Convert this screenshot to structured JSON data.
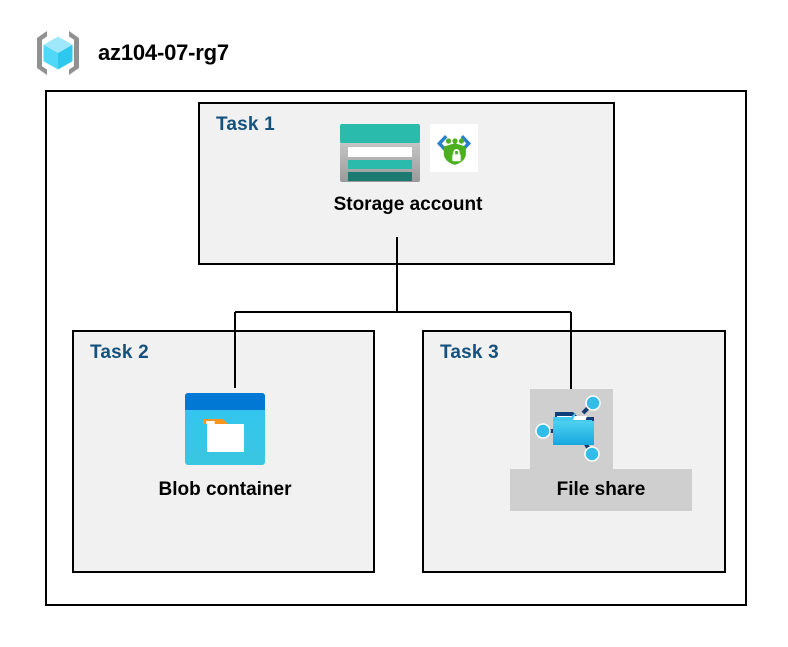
{
  "diagram": {
    "title": "az104-07-rg7",
    "resource_group_icon": "azure-resource-group-icon",
    "outer_container_name": "resource-group-boundary",
    "colors": {
      "task_label": "#14517c",
      "box_border": "#000000",
      "box_fill": "#f1f1f1",
      "selection_plate": "#cfcfcf",
      "storage_teal": "#2bbbad",
      "storage_teal_dark": "#1d7a70",
      "blob_blue_dark": "#0078d4",
      "blob_cyan": "#32c5f4",
      "blob_orange": "#f7941e",
      "fileshare_blue": "#32bde8",
      "fileshare_navy": "#0f3e7a",
      "policy_green": "#4caf1f",
      "policy_blue": "#2a7fc9",
      "cube_cyan": "#9fe7fb",
      "bracket_gray": "#919191"
    },
    "tasks": [
      {
        "label": "Task 1",
        "node_caption": "Storage account",
        "icons": [
          "storage-account-icon",
          "policy-shield-icon"
        ],
        "selected": false
      },
      {
        "label": "Task 2",
        "node_caption": "Blob container",
        "icons": [
          "blob-container-icon"
        ],
        "selected": false
      },
      {
        "label": "Task 3",
        "node_caption": "File share",
        "icons": [
          "file-share-icon"
        ],
        "selected": true
      }
    ],
    "connections": [
      {
        "from": "Storage account",
        "to": "Blob container"
      },
      {
        "from": "Storage account",
        "to": "File share"
      }
    ]
  }
}
